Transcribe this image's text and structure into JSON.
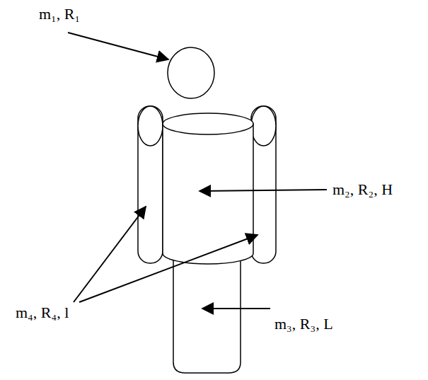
{
  "diagram": {
    "labels": [
      "m₁, R₁",
      "m₂, R₂, H",
      "m₄, R₄, l",
      "m₃, R₃, L"
    ]
  }
}
